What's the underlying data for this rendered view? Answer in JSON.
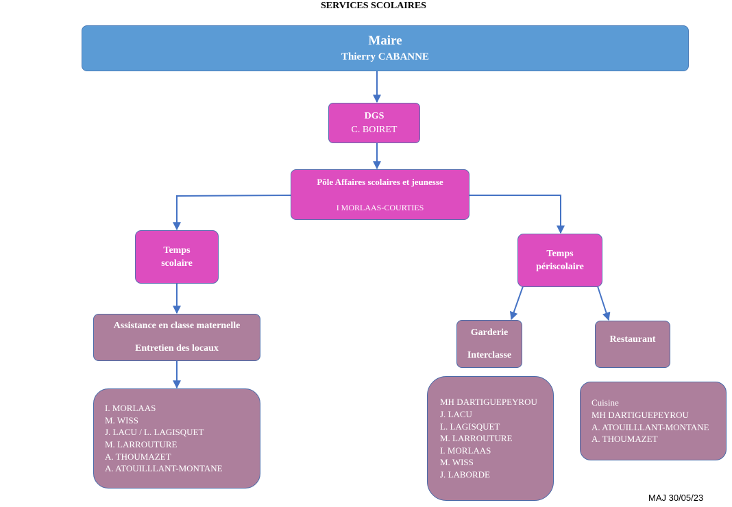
{
  "title": "SERVICES SCOLAIRES",
  "mayor": {
    "role": "Maire",
    "name": "Thierry CABANNE"
  },
  "dgs": {
    "role": "DGS",
    "name": "C. BOIRET"
  },
  "pole": {
    "title": "Pôle Affaires scolaires et jeunesse",
    "head": "I MORLAAS-COURTIES"
  },
  "temps_scolaire": {
    "line1": "Temps",
    "line2": "scolaire"
  },
  "temps_periscolaire": {
    "line1": "Temps",
    "line2": "périscolaire"
  },
  "assistance": {
    "line1": "Assistance en classe maternelle",
    "line2": "Entretien des locaux"
  },
  "garderie": {
    "line1": "Garderie",
    "line2": "Interclasse"
  },
  "restaurant": {
    "label": "Restaurant"
  },
  "scolaire_staff": [
    "I. MORLAAS",
    "M. WISS",
    "J. LACU / L. LAGISQUET",
    "M. LARROUTURE",
    "A. THOUMAZET",
    "A. ATOUILLLANT-MONTANE"
  ],
  "garderie_staff": [
    "MH DARTIGUEPEYROU",
    "J. LACU",
    "L. LAGISQUET",
    "M. LARROUTURE",
    "I. MORLAAS",
    "M. WISS",
    "J. LABORDE"
  ],
  "restaurant_staff": [
    "Cuisine",
    "MH DARTIGUEPEYROU",
    "A. ATOUILLLANT-MONTANE",
    "A. THOUMAZET"
  ],
  "footer": "MAJ 30/05/23"
}
